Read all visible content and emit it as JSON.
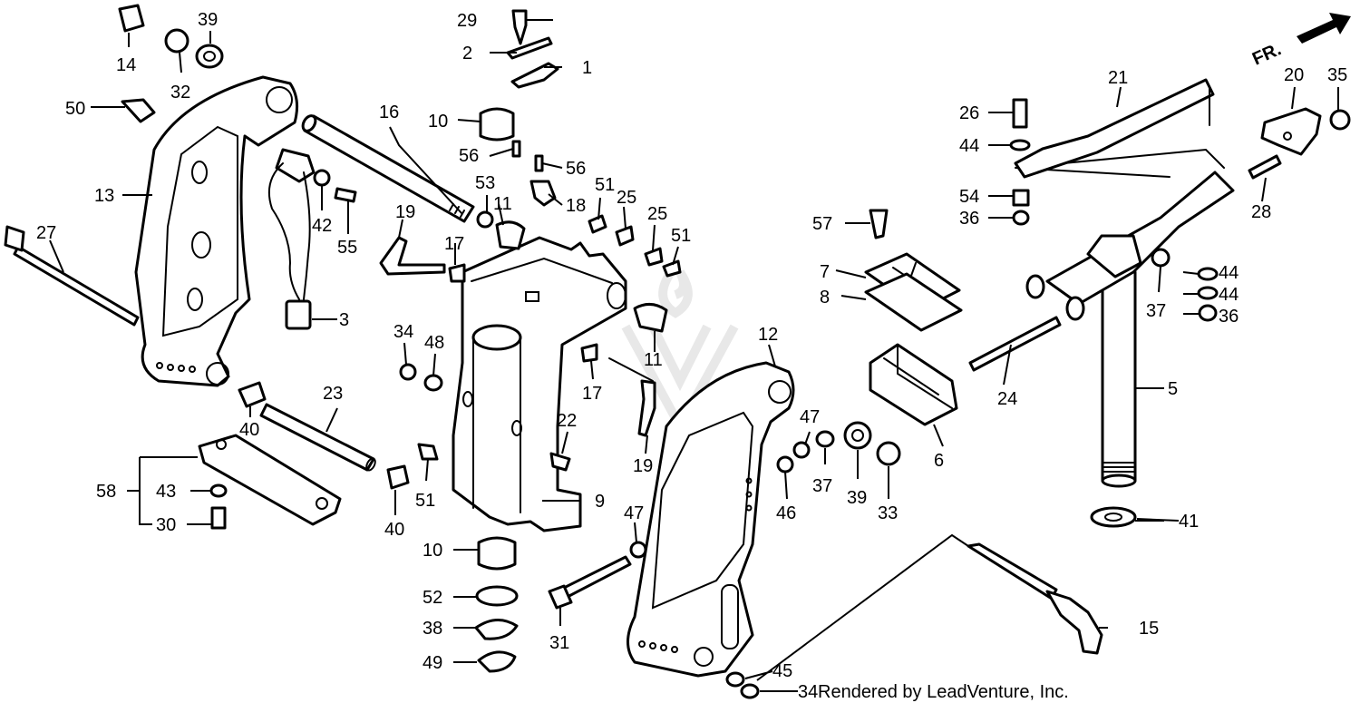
{
  "credit": "Rendered by LeadVenture, Inc.",
  "direction_marker": {
    "label": "FR."
  },
  "callouts": {
    "c1": "1",
    "c2": "2",
    "c3": "3",
    "c5": "5",
    "c6": "6",
    "c7": "7",
    "c8": "8",
    "c9": "9",
    "c10a": "10",
    "c10b": "10",
    "c11a": "11",
    "c11b": "11",
    "c12": "12",
    "c13": "13",
    "c14": "14",
    "c15": "15",
    "c16": "16",
    "c17a": "17",
    "c17b": "17",
    "c18": "18",
    "c19a": "19",
    "c19b": "19",
    "c20": "20",
    "c21": "21",
    "c22": "22",
    "c23": "23",
    "c24": "24",
    "c25a": "25",
    "c25b": "25",
    "c26": "26",
    "c27": "27",
    "c28": "28",
    "c29": "29",
    "c30": "30",
    "c31": "31",
    "c32": "32",
    "c33": "33",
    "c34a": "34",
    "c34b": "34",
    "c35": "35",
    "c36a": "36",
    "c36b": "36",
    "c37a": "37",
    "c37b": "37",
    "c38": "38",
    "c39a": "39",
    "c39b": "39",
    "c40a": "40",
    "c40b": "40",
    "c41": "41",
    "c42": "42",
    "c43": "43",
    "c44a": "44",
    "c44b": "44",
    "c44c": "44",
    "c45": "45",
    "c46": "46",
    "c47a": "47",
    "c47b": "47",
    "c48": "48",
    "c49": "49",
    "c50": "50",
    "c51a": "51",
    "c51b": "51",
    "c51c": "51",
    "c52": "52",
    "c53": "53",
    "c54": "54",
    "c55": "55",
    "c56a": "56",
    "c56b": "56",
    "c57": "57",
    "c58": "58"
  },
  "colors": {
    "ink": "#000000",
    "paper": "#ffffff",
    "watermark": "#e8e8e8"
  }
}
